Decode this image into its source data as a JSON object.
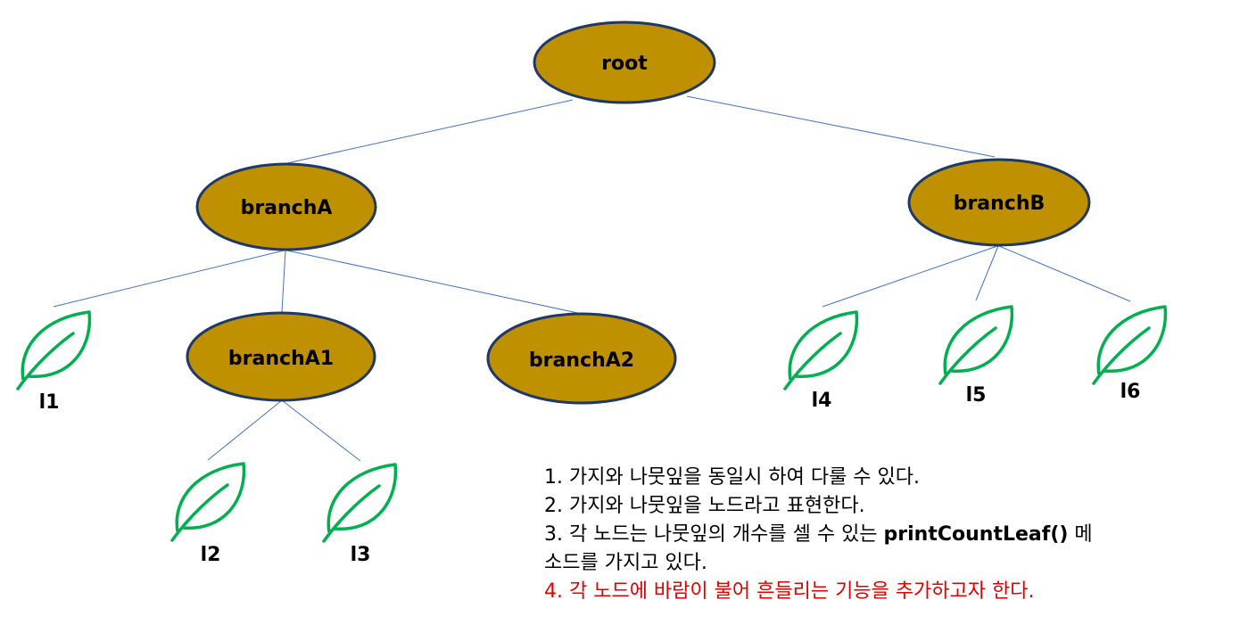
{
  "colors": {
    "node_fill": "#BF9000",
    "node_stroke": "#1F3864",
    "edge": "#4472C4",
    "leaf": "#00B050",
    "highlight_text": "#E00000"
  },
  "tree": {
    "root": "root",
    "branchA": "branchA",
    "branchB": "branchB",
    "branchA1": "branchA1",
    "branchA2": "branchA2",
    "leaves": {
      "l1": "l1",
      "l2": "l2",
      "l3": "l3",
      "l4": "l4",
      "l5": "l5",
      "l6": "l6"
    }
  },
  "notes": {
    "line1": "1. 가지와 나뭇잎을 동일시 하여 다룰 수 있다.",
    "line2": "2. 가지와 나뭇잎을 노드라고 표현한다.",
    "line3_pre": "3. 각 노드는 나뭇잎의 개수를 셀 수 있는 ",
    "line3_method": "printCountLeaf()",
    "line3_post": " 메",
    "line3_cont": "소드를 가지고 있다.",
    "line4": "4. 각 노드에 바람이 불어 흔들리는 기능을 추가하고자 한다."
  }
}
